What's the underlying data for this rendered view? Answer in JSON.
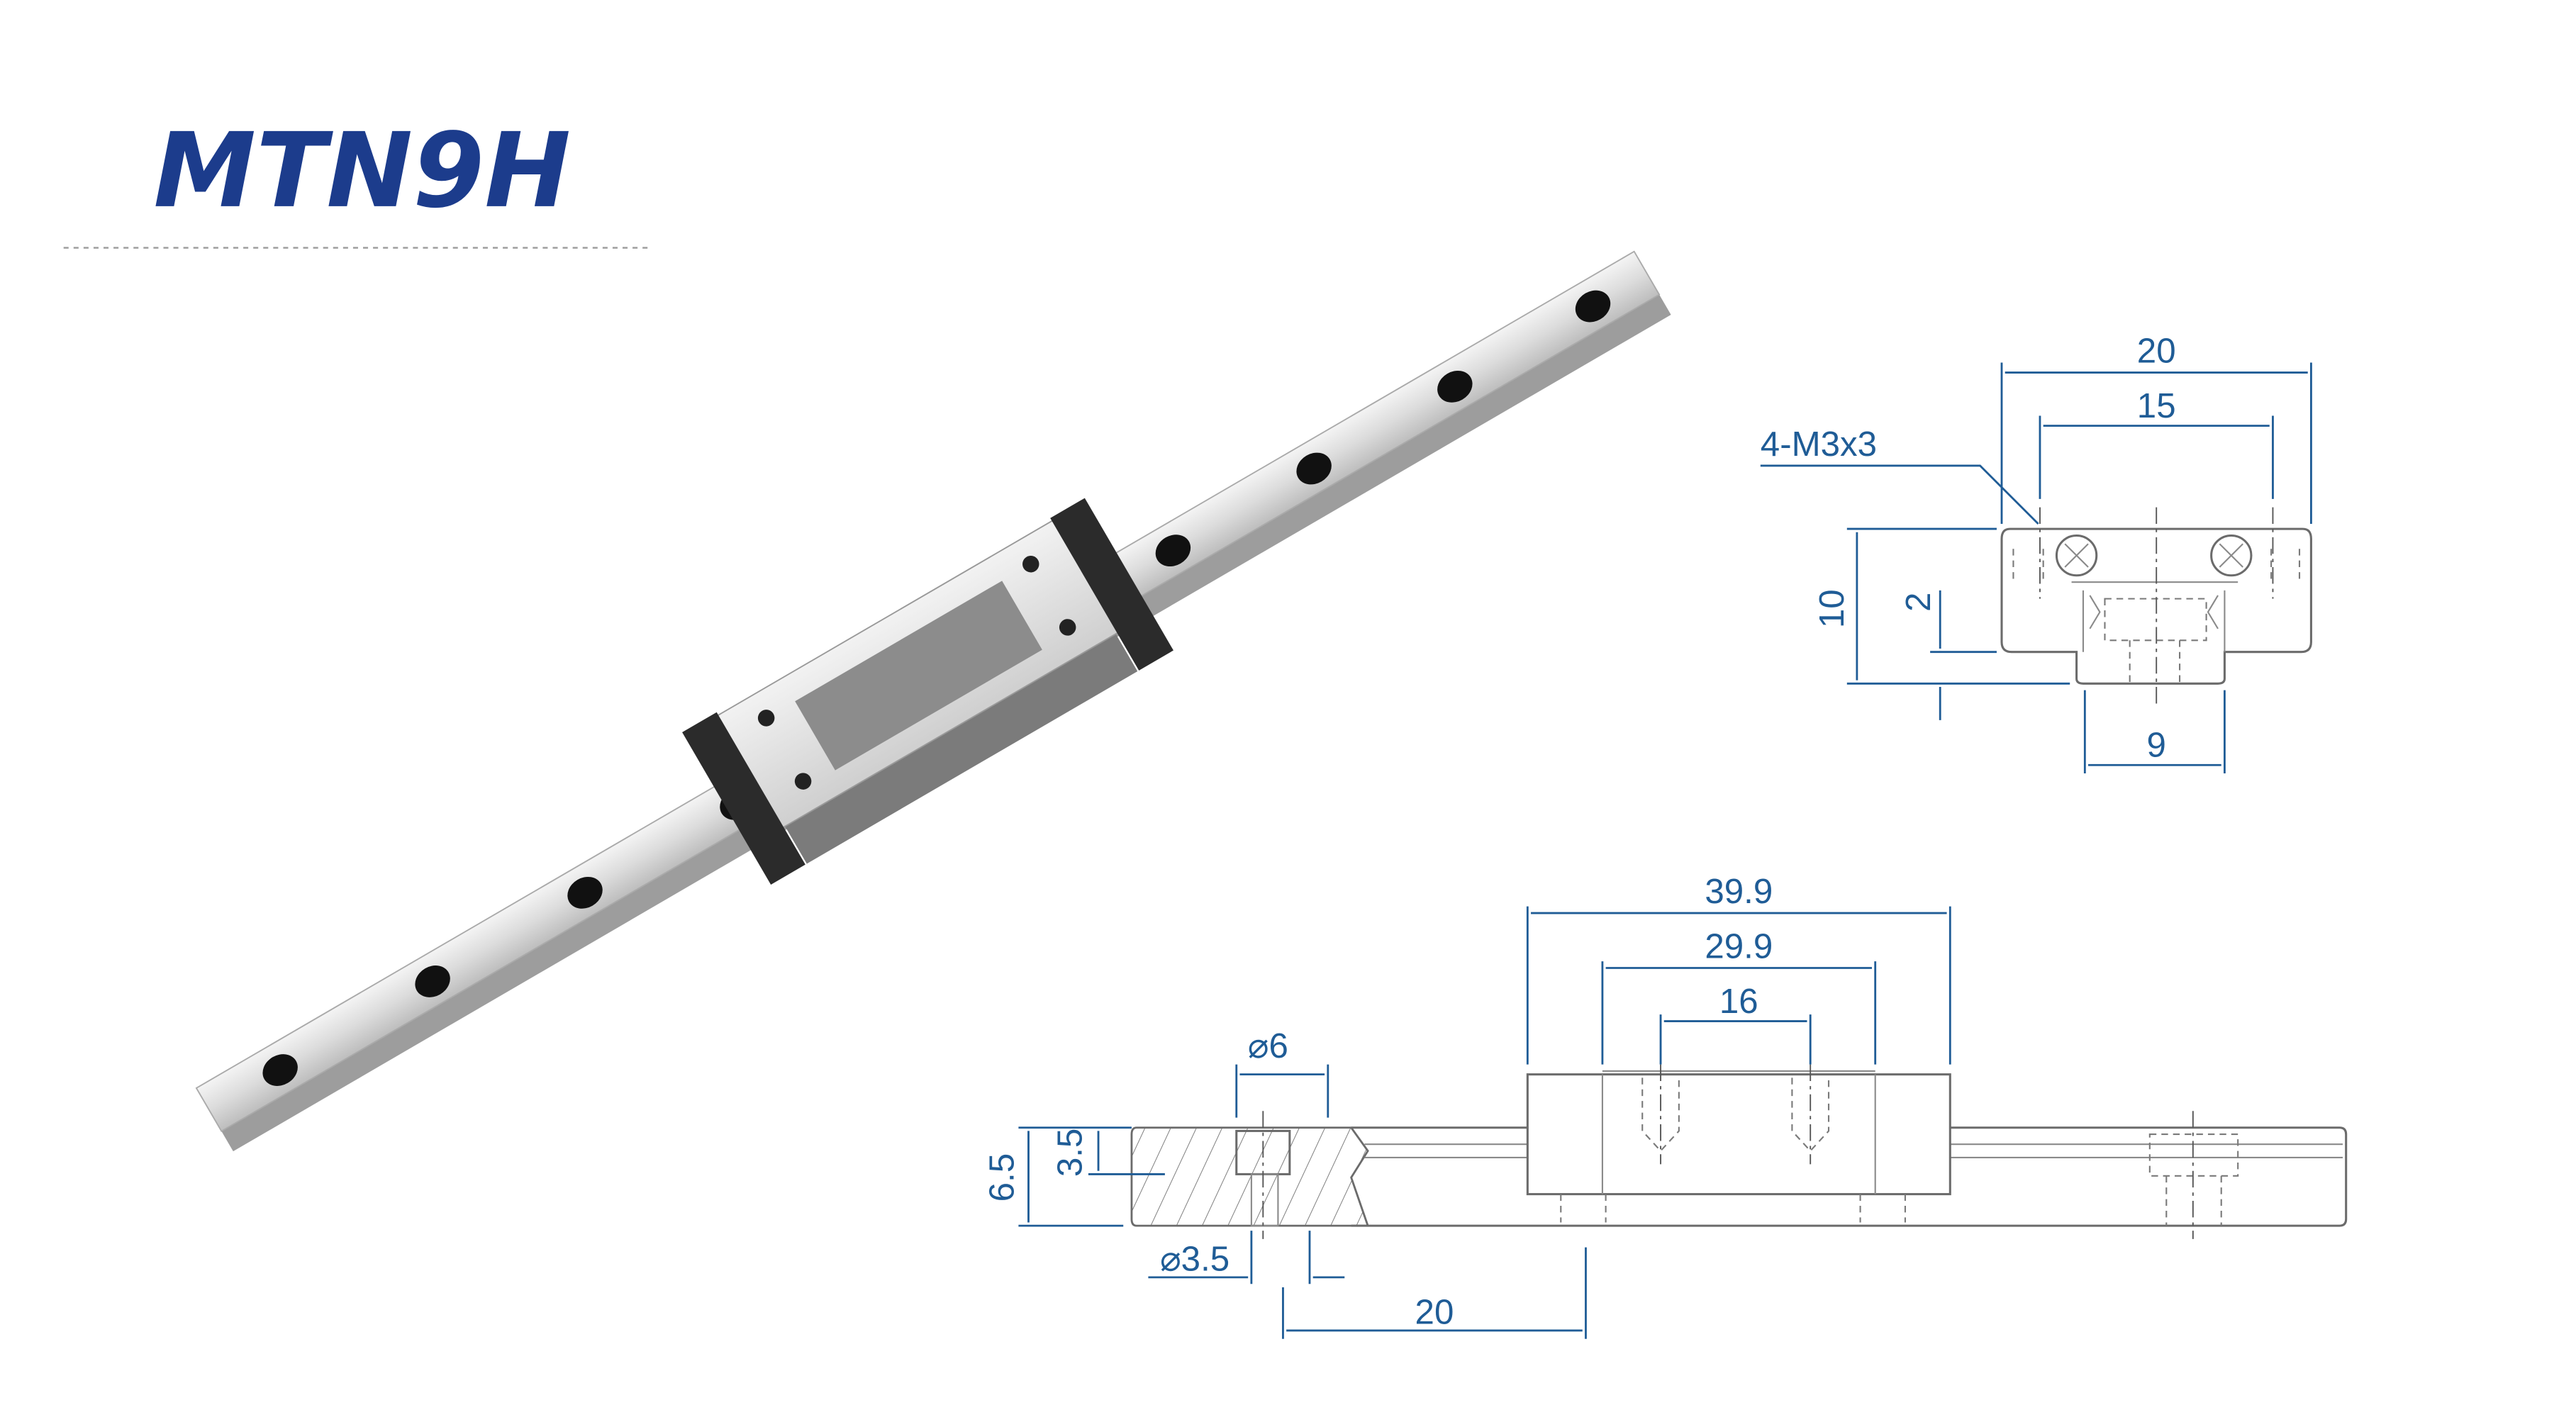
{
  "title": "MTN9H",
  "colors": {
    "title": "#1c3c8c",
    "dimension": "#1f5c96",
    "rail": "#d9d9d9",
    "carriage_end": "#2b2b2b"
  },
  "front_view": {
    "thread_callout": "4-M3x3",
    "width_total": "20",
    "hole_spacing": "15",
    "height_total": "10",
    "rail_clearance": "2",
    "rail_width": "9"
  },
  "side_view": {
    "carriage_length": "39.9",
    "block_length": "29.9",
    "mount_spacing": "16",
    "counterbore_dia": "⌀6",
    "counterbore_depth": "3.5",
    "rail_height": "6.5",
    "through_hole_dia": "⌀3.5",
    "hole_pitch_offset": "20"
  }
}
